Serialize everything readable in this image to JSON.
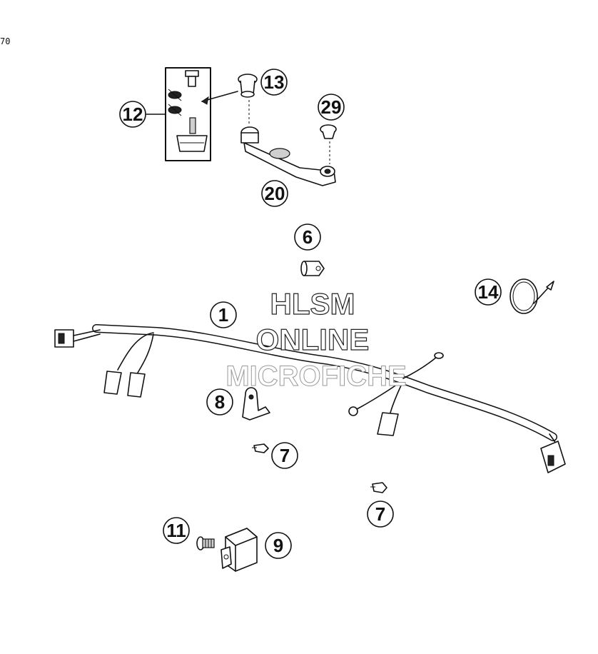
{
  "corner_text": "70",
  "watermark": {
    "line1": "HLSM",
    "line2": "ONLINE",
    "line3": "MICROFICHE"
  },
  "callouts": [
    {
      "id": "c1",
      "label": "1"
    },
    {
      "id": "c6",
      "label": "6"
    },
    {
      "id": "c7a",
      "label": "7"
    },
    {
      "id": "c7b",
      "label": "7"
    },
    {
      "id": "c8",
      "label": "8"
    },
    {
      "id": "c9",
      "label": "9"
    },
    {
      "id": "c11",
      "label": "11"
    },
    {
      "id": "c12",
      "label": "12"
    },
    {
      "id": "c13",
      "label": "13"
    },
    {
      "id": "c14",
      "label": "14"
    },
    {
      "id": "c20",
      "label": "20"
    },
    {
      "id": "c29",
      "label": "29"
    }
  ]
}
